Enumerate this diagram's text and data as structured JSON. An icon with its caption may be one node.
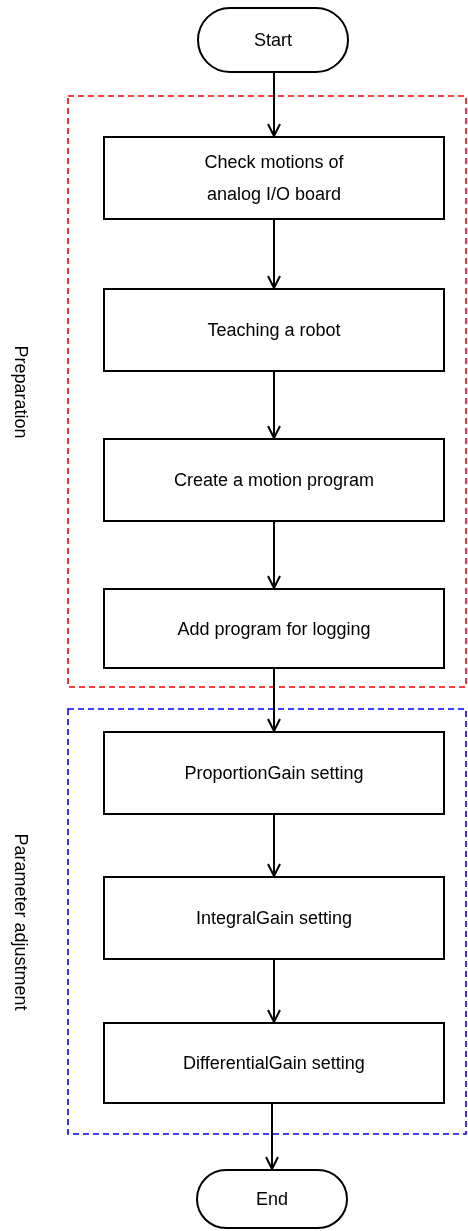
{
  "diagram": {
    "nodes": [
      {
        "text": [
          "Start"
        ]
      },
      {
        "text": [
          "Preparation"
        ]
      },
      {
        "text": [
          "Check motions of analog I/O board"
        ],
        "in": 1
      },
      {
        "text": [
          "Teaching a robot"
        ],
        "in": 1
      },
      {
        "text": [
          "Create a motion program"
        ],
        "in": 1
      },
      {
        "text": [
          "Add program for logging"
        ],
        "in": 1
      },
      {
        "text": [
          "Parameter adjustment"
        ]
      },
      {
        "text": [
          "ProportionGain setting"
        ],
        "in": 6
      },
      {
        "text": [
          "IntegralGain setting"
        ],
        "in": 6
      },
      {
        "text": [
          "DifferentialGain setting"
        ],
        "in": 6
      },
      {
        "text": [
          "End"
        ]
      }
    ],
    "edges": [
      {
        "from": 0,
        "to": 2,
        "arrow": "to"
      },
      {
        "from": 2,
        "to": 3,
        "arrow": "to"
      },
      {
        "from": 3,
        "to": 4,
        "arrow": "to"
      },
      {
        "from": 4,
        "to": 5,
        "arrow": "to"
      },
      {
        "from": 5,
        "to": 7,
        "arrow": "to"
      },
      {
        "from": 7,
        "to": 8,
        "arrow": "to"
      },
      {
        "from": 8,
        "to": 9,
        "arrow": "to"
      },
      {
        "from": 9,
        "to": 10,
        "arrow": "to"
      }
    ]
  }
}
